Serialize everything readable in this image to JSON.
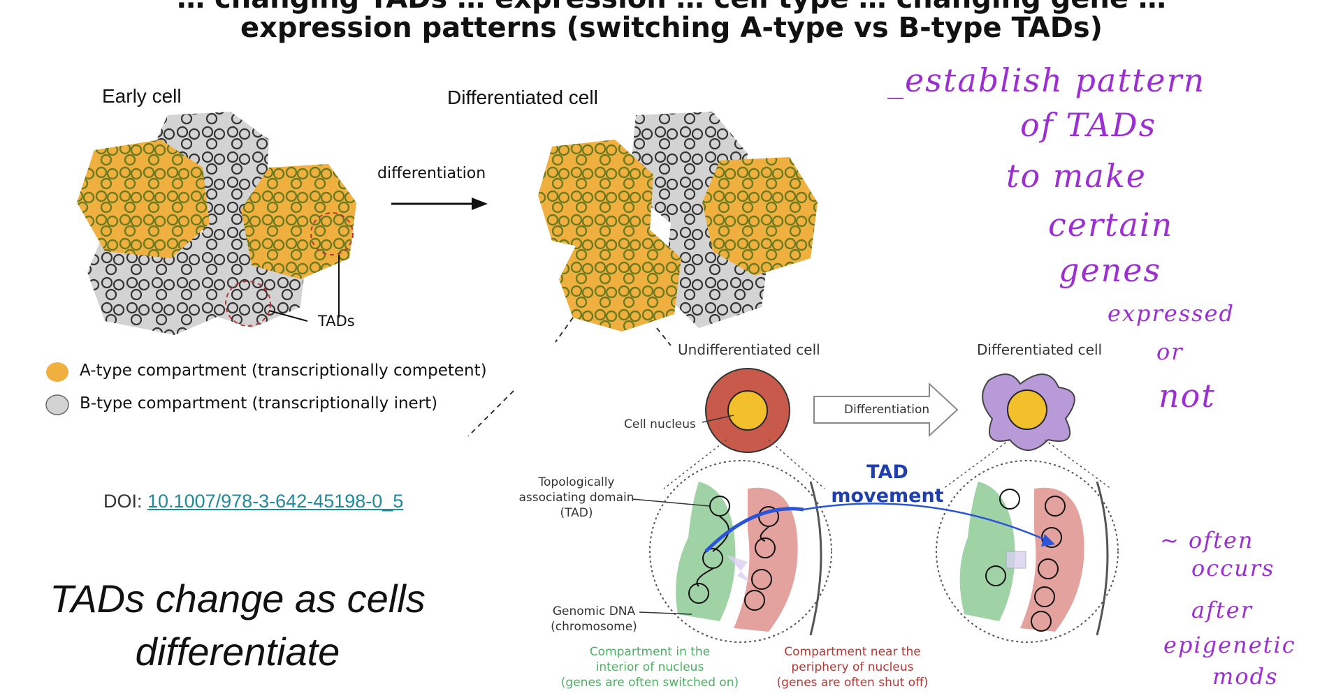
{
  "title": {
    "line1": "… changing TADs … expression … cell type … changing gene …",
    "line2": "expression patterns (switching A-type vs B-type TADs)"
  },
  "left_figure": {
    "early_cell": "Early cell",
    "differentiated_cell": "Differentiated cell",
    "arrow_label": "differentiation",
    "tads_label": "TADs",
    "legend": [
      {
        "label": "A-type compartment (transcriptionally competent)",
        "color": "#f0b040"
      },
      {
        "label": "B-type compartment (transcriptionally inert)",
        "color": "#d3d3d3"
      }
    ]
  },
  "right_figure": {
    "undiff_cell": "Undifferentiated cell",
    "diff_cell": "Differentiated cell",
    "arrow_label": "Differentiation",
    "cell_nucleus": "Cell nucleus",
    "tad_label": [
      "Topologically",
      "associating domain",
      "(TAD)"
    ],
    "genomic_dna": [
      "Genomic DNA",
      "(chromosome)"
    ],
    "tad_movement": [
      "TAD",
      "movement"
    ],
    "interior": [
      "Compartment in the",
      "interior of nucleus",
      "(genes are often switched on)"
    ],
    "periphery": [
      "Compartment near the",
      "periphery of nucleus",
      "(genes are often shut off)"
    ]
  },
  "doi": {
    "prefix": "DOI: ",
    "link": "10.1007/978-3-642-45198-0_5"
  },
  "caption": [
    "TADs change as cells",
    "differentiate"
  ],
  "handwriting": {
    "note1": [
      "_establish pattern",
      "of TADs",
      "to make",
      "certain",
      "genes",
      "expressed",
      "or",
      "not"
    ],
    "note2": [
      "~ often",
      "occurs",
      "after",
      "epigenetic",
      "mods"
    ]
  },
  "colors": {
    "a_type": "#f0b040",
    "b_type": "#d3d3d3",
    "interior": "#9fd3a6",
    "periphery": "#e3a29e",
    "handwriting": "#9b2fd1",
    "tad_movement": "#1f3fae"
  }
}
